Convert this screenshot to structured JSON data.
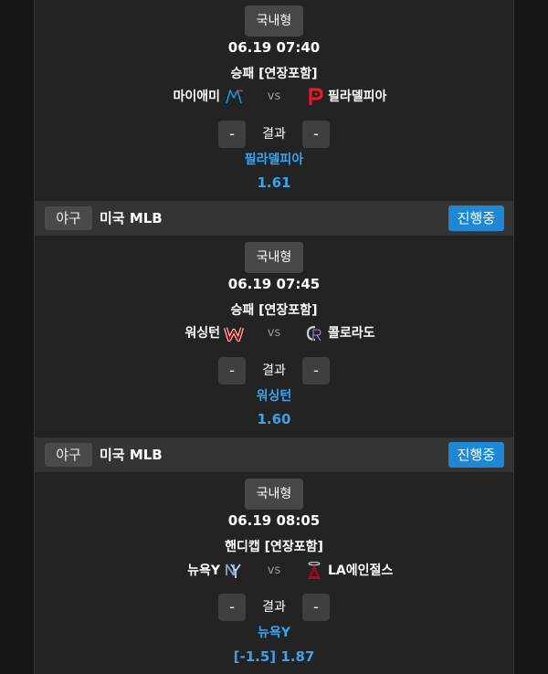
{
  "matches": [
    {
      "category": "",
      "league": "",
      "status": "",
      "bet_type": "국내형",
      "datetime": "06.19 07:40",
      "market": "승패 [연장포함]",
      "home": {
        "name": "마이애미",
        "logo": "marlins-logo-icon",
        "color": "#00a3e0"
      },
      "away": {
        "name": "필라델피아",
        "logo": "phillies-logo-icon",
        "color": "#e81828"
      },
      "vs": "vs",
      "left_pick": "-",
      "result_label": "결과",
      "right_pick": "-",
      "winner": "필라델피아",
      "odds": "1.61"
    },
    {
      "category": "야구",
      "league": "미국 MLB",
      "status": "진행중",
      "bet_type": "국내형",
      "datetime": "06.19 07:45",
      "market": "승패 [연장포함]",
      "home": {
        "name": "워싱턴",
        "logo": "nationals-logo-icon",
        "color": "#ab0003"
      },
      "away": {
        "name": "콜로라도",
        "logo": "rockies-logo-icon",
        "color": "#c4ced4"
      },
      "vs": "vs",
      "left_pick": "-",
      "result_label": "결과",
      "right_pick": "-",
      "winner": "워싱턴",
      "odds": "1.60"
    },
    {
      "category": "야구",
      "league": "미국 MLB",
      "status": "진행중",
      "bet_type": "국내형",
      "datetime": "06.19 08:05",
      "market": "핸디캡 [연장포함]",
      "home": {
        "name": "뉴욕Y",
        "logo": "yankees-logo-icon",
        "color": "#1c2841"
      },
      "away": {
        "name": "LA에인절스",
        "logo": "angels-logo-icon",
        "color": "#ba0021"
      },
      "vs": "vs",
      "left_pick": "-",
      "result_label": "결과",
      "right_pick": "-",
      "winner": "뉴욕Y",
      "handicap": "[-1.5]",
      "odds": "1.87"
    }
  ],
  "theme": {
    "accent": "#1e88d6",
    "highlight_text": "#3aa3f0",
    "panel": "#232323",
    "header": "#343434"
  }
}
